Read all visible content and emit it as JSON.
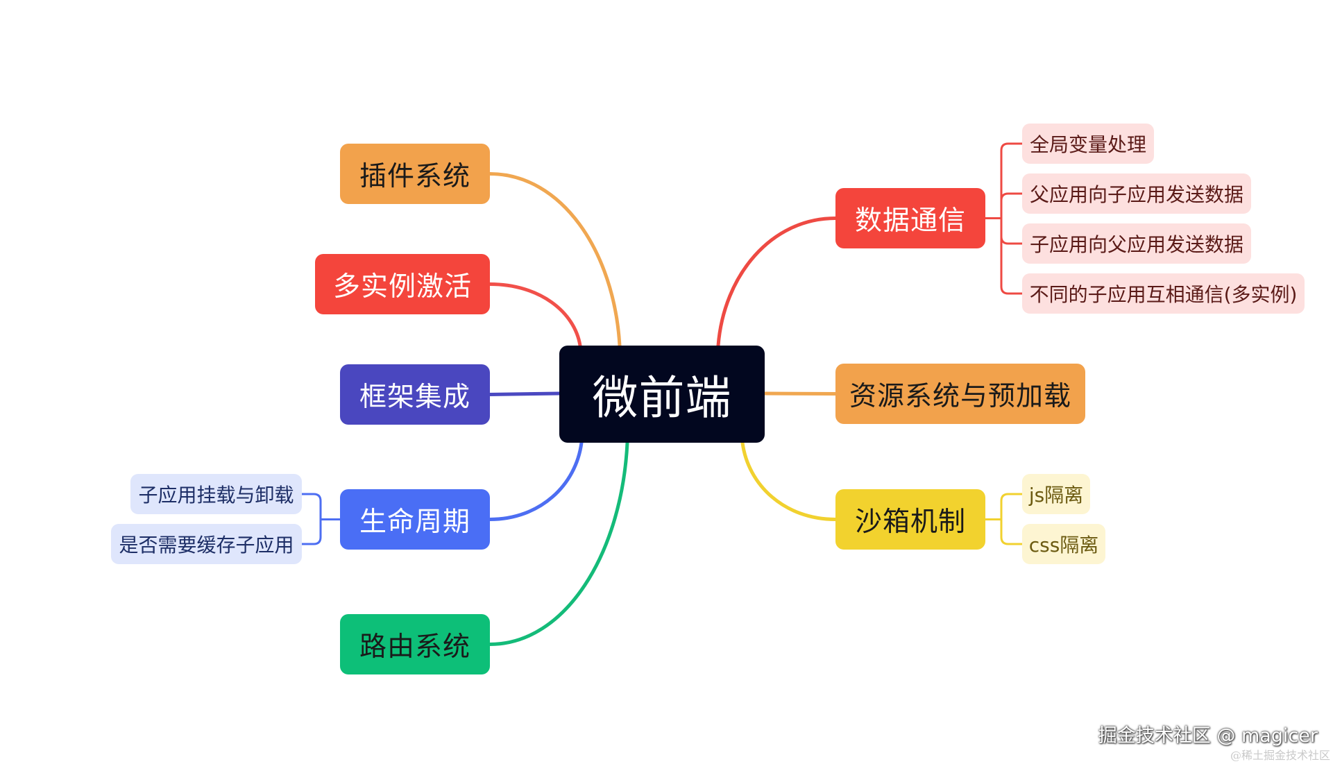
{
  "mindmap": {
    "root": {
      "label": "微前端",
      "fill": "#02071f",
      "text_color": "#ffffff"
    },
    "branches": [
      {
        "key": "plugin",
        "label": "插件系统",
        "side": "left",
        "fill": "#f2a24c",
        "line": "#f0a751",
        "text_color": "#1a1a1a",
        "children": []
      },
      {
        "key": "multi",
        "label": "多实例激活",
        "side": "left",
        "fill": "#f4453c",
        "line": "#f1504a",
        "text_color": "#ffffff",
        "children": []
      },
      {
        "key": "framework",
        "label": "框架集成",
        "side": "left",
        "fill": "#4a47bf",
        "line": "#4b49c1",
        "text_color": "#ffffff",
        "children": []
      },
      {
        "key": "lifecycle",
        "label": "生命周期",
        "side": "left",
        "fill": "#4a6ef5",
        "line": "#4d6ef2",
        "text_color": "#ffffff",
        "children": [
          {
            "label": "子应用挂载与卸载",
            "fill": "#dfe6fc",
            "text_color": "#1d2e66"
          },
          {
            "label": "是否需要缓存子应用",
            "fill": "#dfe6fc",
            "text_color": "#1d2e66"
          }
        ]
      },
      {
        "key": "router",
        "label": "路由系统",
        "side": "left",
        "fill": "#0dbf78",
        "line": "#14bb79",
        "text_color": "#1a1a1a",
        "children": []
      },
      {
        "key": "data",
        "label": "数据通信",
        "side": "right",
        "fill": "#f4453c",
        "line": "#ee4a43",
        "text_color": "#ffffff",
        "children": [
          {
            "label": "全局变量处理",
            "fill": "#fde0df",
            "text_color": "#5a1a17"
          },
          {
            "label": "父应用向子应用发送数据",
            "fill": "#fde0df",
            "text_color": "#5a1a17"
          },
          {
            "label": "子应用向父应用发送数据",
            "fill": "#fde0df",
            "text_color": "#5a1a17"
          },
          {
            "label": "不同的子应用互相通信(多实例)",
            "fill": "#fde0df",
            "text_color": "#5a1a17"
          }
        ]
      },
      {
        "key": "resource",
        "label": "资源系统与预加载",
        "side": "right",
        "fill": "#f2a24c",
        "line": "#f0a751",
        "text_color": "#1a1a1a",
        "children": []
      },
      {
        "key": "sandbox",
        "label": "沙箱机制",
        "side": "right",
        "fill": "#f2d22e",
        "line": "#f1d12f",
        "text_color": "#1a1a1a",
        "children": [
          {
            "label": "js隔离",
            "fill": "#fdf5d2",
            "text_color": "#6b5a10"
          },
          {
            "label": "css隔离",
            "fill": "#fdf5d2",
            "text_color": "#6b5a10"
          }
        ]
      }
    ]
  },
  "watermark": {
    "primary": "掘金技术社区 @ magicer",
    "secondary": "@稀土掘金技术社区"
  }
}
